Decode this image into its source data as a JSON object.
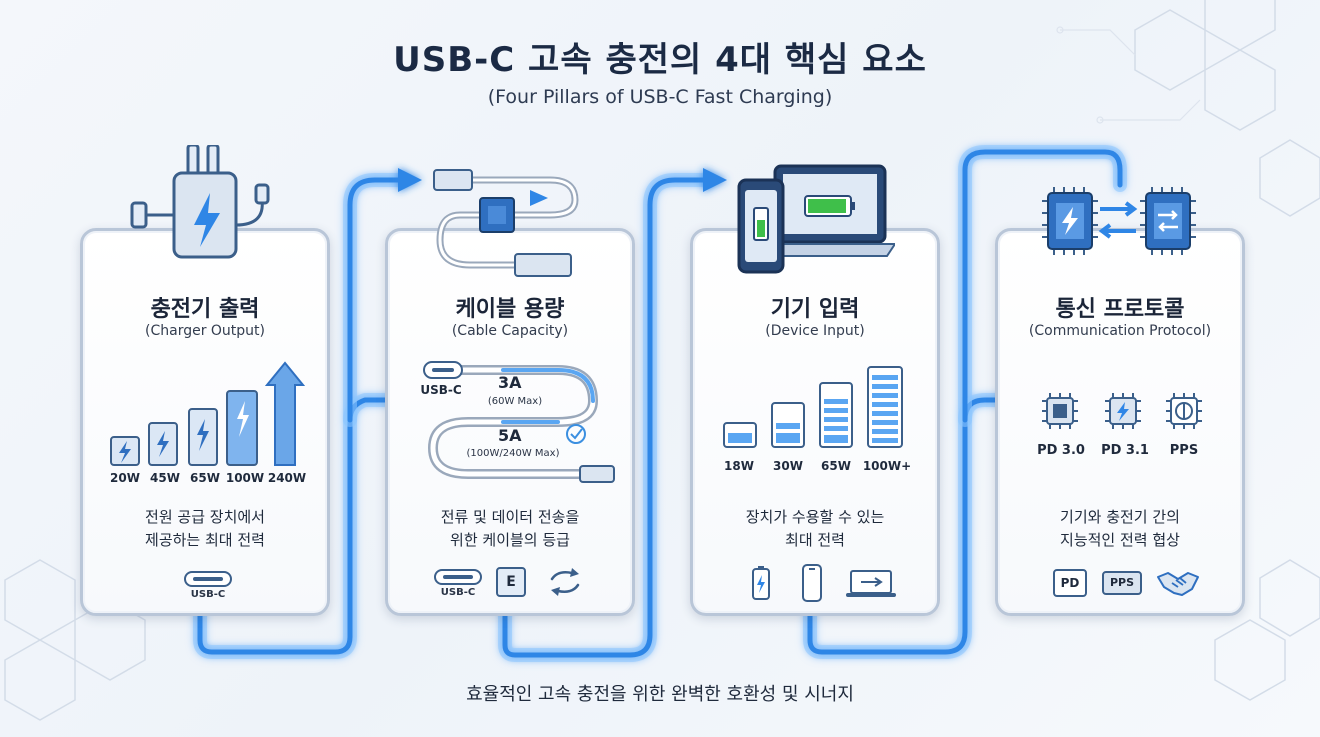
{
  "header": {
    "title": "USB-C 고속 충전의 4대 핵심 요소",
    "subtitle": "(Four Pillars of USB-C Fast Charging)"
  },
  "footer": "효율적인 고속 충전을 위한 완벽한 호환성 및 시너지",
  "pillars": [
    {
      "title": "충전기 출력",
      "subtitle": "(Charger Output)",
      "levels": [
        "20W",
        "45W",
        "65W",
        "100W",
        "240W"
      ],
      "description_line1": "전원 공급 장치에서",
      "description_line2": "제공하는 최대 전력",
      "footer_label": "USB-C"
    },
    {
      "title": "케이블 용량",
      "subtitle": "(Cable Capacity)",
      "connector_label": "USB-C",
      "rating_a": "3A",
      "rating_a_note": "(60W Max)",
      "rating_b": "5A",
      "rating_b_note": "(100W/240W Max)",
      "description_line1": "전류 및 데이터 전송을",
      "description_line2": "위한 케이블의 등급",
      "footer_label": "USB-C",
      "chip_letter": "E"
    },
    {
      "title": "기기 입력",
      "subtitle": "(Device Input)",
      "levels": [
        "18W",
        "30W",
        "65W",
        "100W+"
      ],
      "description_line1": "장치가 수용할 수 있는",
      "description_line2": "최대 전력"
    },
    {
      "title": "통신 프로토콜",
      "subtitle": "(Communication Protocol)",
      "protocols": [
        "PD 3.0",
        "PD 3.1",
        "PPS"
      ],
      "description_line1": "기기와 충전기 간의",
      "description_line2": "지능적인 전력 협상",
      "badge_pd": "PD",
      "badge_pps": "PPS"
    }
  ],
  "colors": {
    "accent_blue": "#2f86e6",
    "glow_blue": "#7cc0ff",
    "panel_border": "#b9c6d8",
    "icon_fill": "#dbe7f5",
    "battery_green": "#3fbf4a"
  }
}
